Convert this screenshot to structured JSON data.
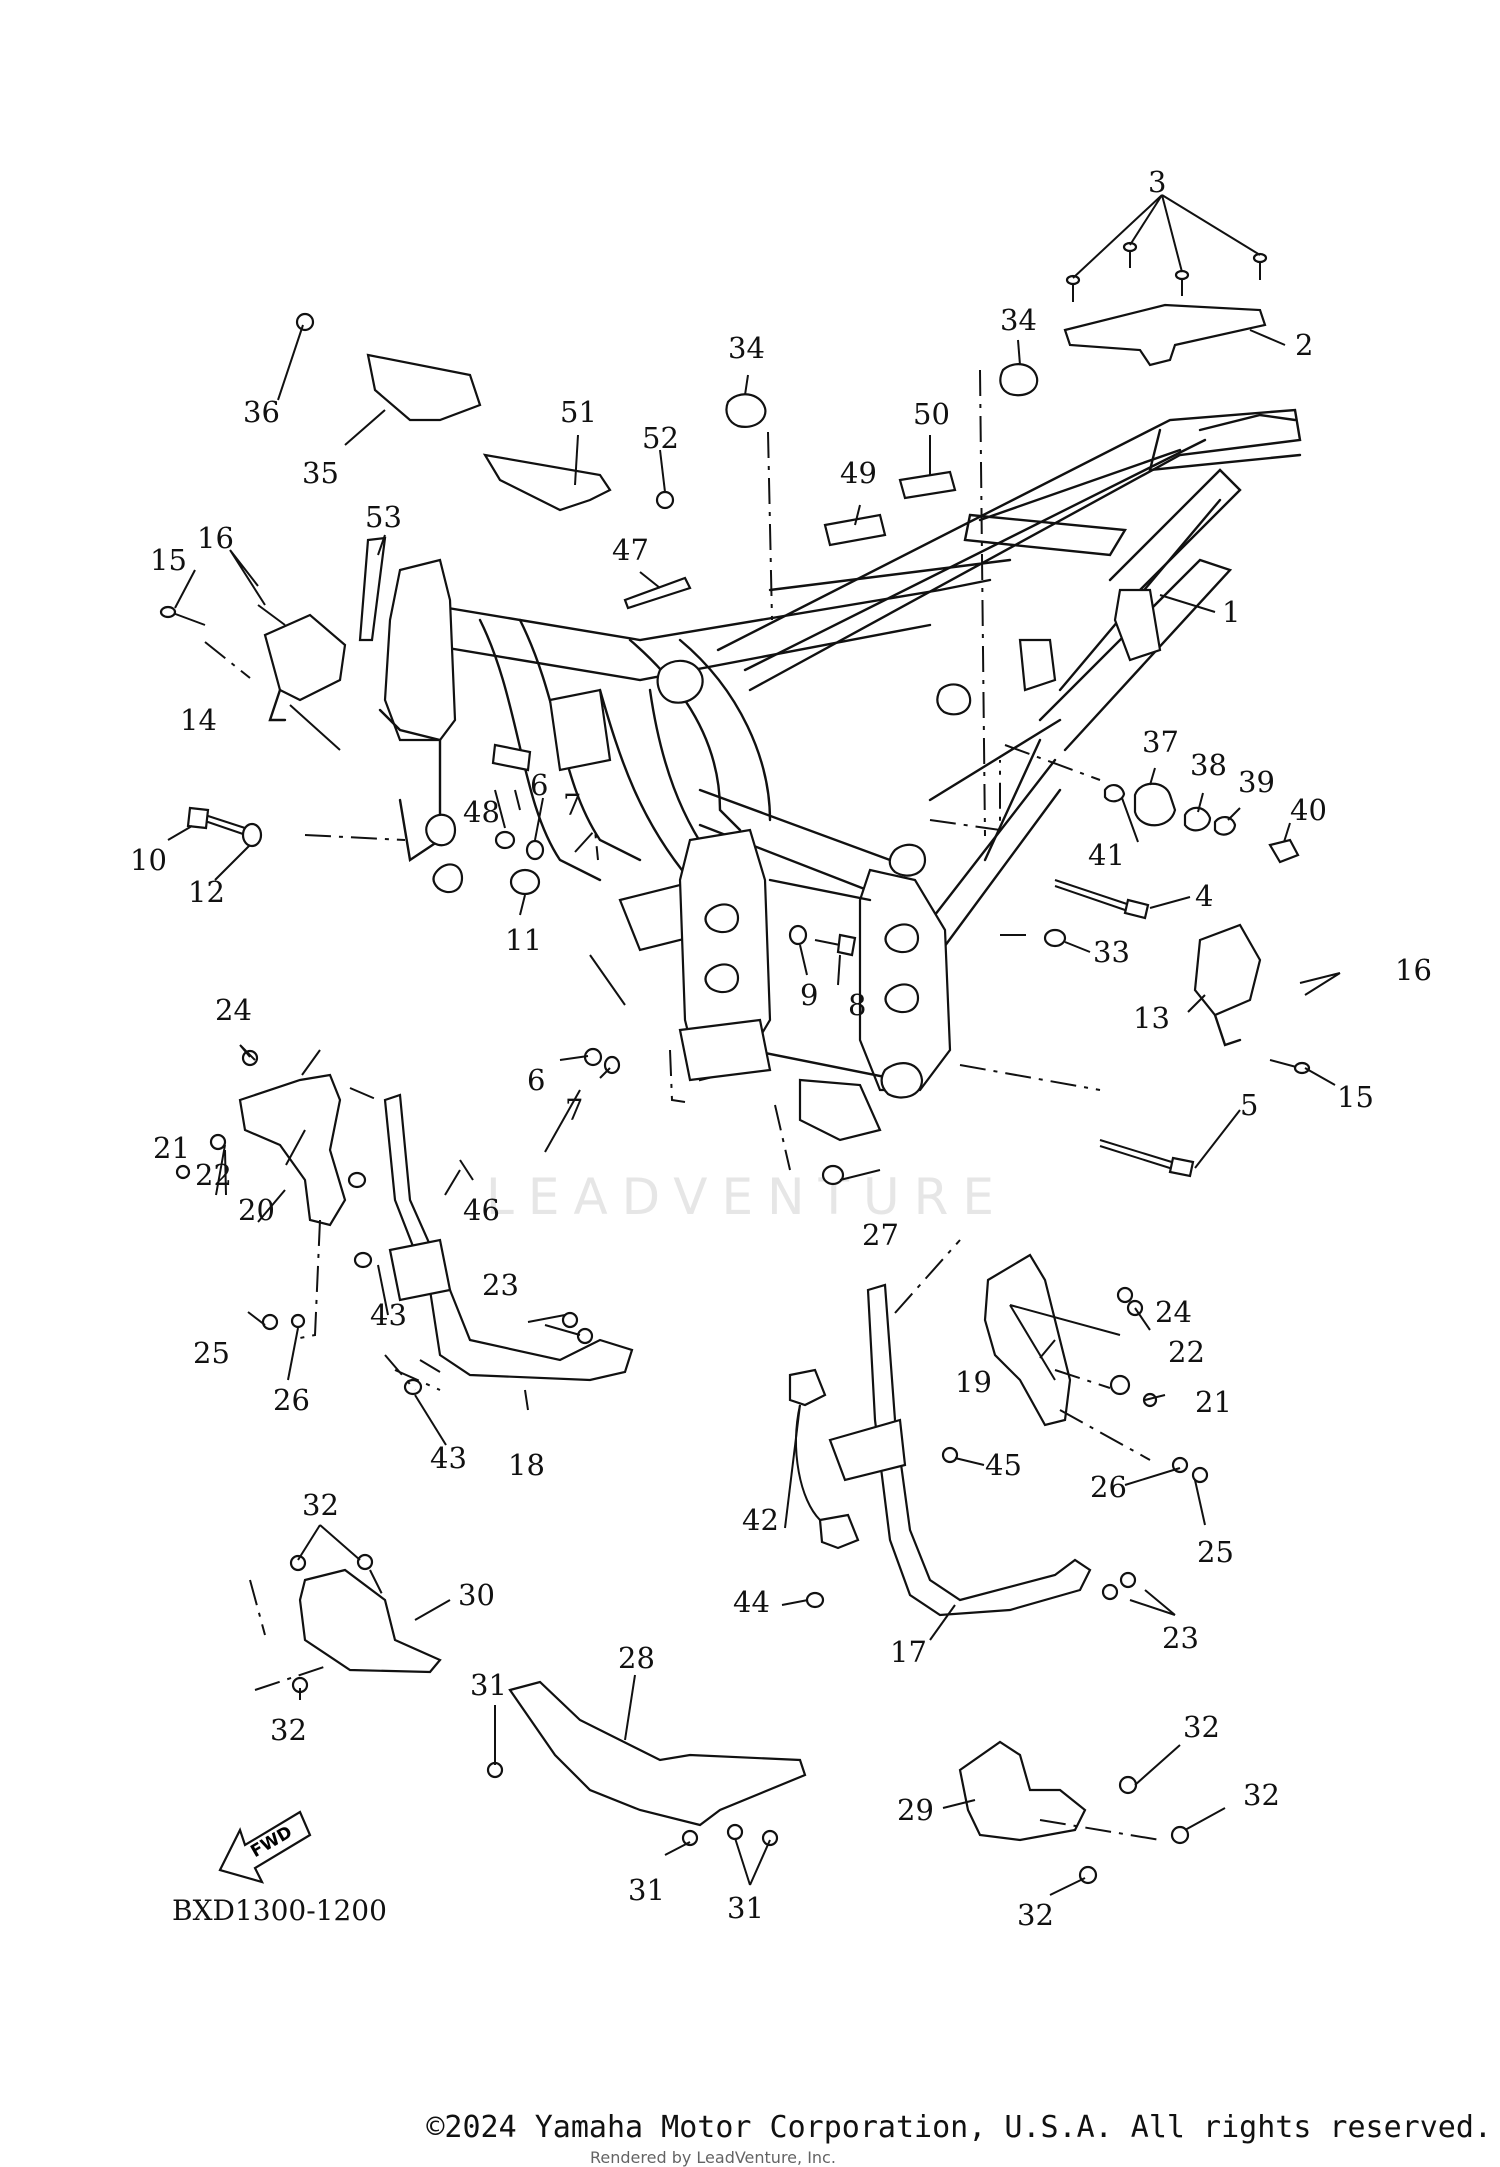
{
  "diagram": {
    "code": "BXD1300-1200",
    "fwd_label": "FWD",
    "watermark": "LEADVENTURE",
    "copyright": "©2024 Yamaha Motor Corporation, U.S.A. All rights reserved.",
    "rendered_by": "Rendered by LeadVenture, Inc.",
    "callouts": [
      "1",
      "2",
      "3",
      "4",
      "5",
      "6",
      "6",
      "7",
      "7",
      "8",
      "9",
      "10",
      "11",
      "12",
      "13",
      "14",
      "15",
      "15",
      "16",
      "16",
      "17",
      "18",
      "19",
      "20",
      "21",
      "21",
      "22",
      "22",
      "23",
      "23",
      "24",
      "24",
      "25",
      "25",
      "26",
      "26",
      "27",
      "28",
      "29",
      "30",
      "31",
      "31",
      "31",
      "32",
      "32",
      "32",
      "32",
      "32",
      "33",
      "34",
      "34",
      "35",
      "36",
      "37",
      "38",
      "39",
      "40",
      "41",
      "42",
      "43",
      "43",
      "44",
      "45",
      "46",
      "47",
      "48",
      "49",
      "50",
      "51",
      "52",
      "53"
    ]
  }
}
